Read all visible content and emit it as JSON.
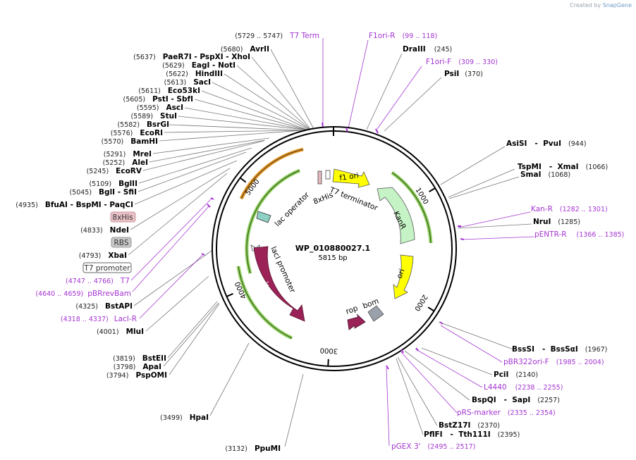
{
  "credit": {
    "prefix": "Created by",
    "brand": "SnapGene"
  },
  "plasmid": {
    "name": "WP_010880027.1",
    "size": "5815 bp"
  },
  "ticks": [
    {
      "text": "1000",
      "angle": 59
    },
    {
      "text": "2000",
      "angle": 122
    },
    {
      "text": "3000",
      "angle": 183
    },
    {
      "text": "4000",
      "angle": 246
    },
    {
      "text": "5000",
      "angle": 307
    }
  ],
  "features": [
    {
      "name": "f1 ori",
      "kind": "arrow",
      "color": "#ffff00"
    },
    {
      "name": "KanR",
      "kind": "arrow",
      "color": "#c5f3c5"
    },
    {
      "name": "ori",
      "kind": "arrow",
      "color": "#ffff00"
    },
    {
      "name": "bom",
      "kind": "box",
      "color": "#9aa1ab"
    },
    {
      "name": "rop",
      "kind": "arrow",
      "color": "#9b2257"
    },
    {
      "name": "lacI",
      "kind": "arrow",
      "color": "#9b2257"
    },
    {
      "name": "lacI promoter",
      "kind": "arrow",
      "color": "#ffffff"
    },
    {
      "name": "lac operator",
      "kind": "box",
      "color": "#8fd0c4"
    },
    {
      "name": "8xHis",
      "kind": "box",
      "color": "#e8b8c0"
    },
    {
      "name": "T7 terminator",
      "kind": "box",
      "color": "#ffffff"
    }
  ],
  "boxed_labels": [
    {
      "text": "8xHis",
      "fill": "#e8c0c6",
      "stroke": "#c89aa0"
    },
    {
      "text": "RBS",
      "fill": "#c8c8c8",
      "stroke": "#999999"
    },
    {
      "text": "T7 promoter",
      "fill": "#ffffff",
      "stroke": "#666666"
    }
  ],
  "right_labels": [
    {
      "num": "",
      "enz": "",
      "prim": "F1ori-R",
      "range": "(99 .. 118)"
    },
    {
      "enz": "DraIII",
      "num": "(245)"
    },
    {
      "prim": "F1ori-F",
      "range": "(309 .. 330)"
    },
    {
      "enz": "PsiI",
      "num": "(370)"
    },
    {
      "enz": "AsiSI   -  PvuI",
      "num": "(944)"
    },
    {
      "enz": "TspMI   -  XmaI",
      "num": "(1066)"
    },
    {
      "enz": "SmaI",
      "num": "(1068)"
    },
    {
      "prim": "Kan-R",
      "range": "(1282 .. 1301)"
    },
    {
      "enz": "NruI",
      "num": "(1285)"
    },
    {
      "prim": "pENTR-R",
      "range": "(1366 .. 1385)"
    },
    {
      "enz": "BssSI   -  BssSαI",
      "num": "(1967)"
    },
    {
      "prim": "pBR322ori-F",
      "range": "(1985 .. 2004)"
    },
    {
      "enz": "PciI",
      "num": "(2140)"
    },
    {
      "prim": "L4440",
      "range": "(2238 .. 2255)"
    },
    {
      "enz": "BspQI   -  SapI",
      "num": "(2257)"
    },
    {
      "prim": "pRS-marker",
      "range": "(2335 .. 2354)"
    },
    {
      "enz": "BstZ17I",
      "num": "(2370)"
    },
    {
      "enz": "PflFI   -  Tth111I",
      "num": "(2395)"
    },
    {
      "prim": "pGEX 3'",
      "range": "(2495 .. 2517)"
    }
  ],
  "left_labels": [
    {
      "num": "(5729 .. 5747)",
      "prim": "T7 Term"
    },
    {
      "num": "(5680)",
      "enz": "AvrII"
    },
    {
      "num": "(5637)",
      "enz": "PaeR7I   -  PspXI   -  XhoI"
    },
    {
      "num": "(5629)",
      "enz": "EagI   -  NotI"
    },
    {
      "num": "(5622)",
      "enz": "HindIII"
    },
    {
      "num": "(5613)",
      "enz": "SacI"
    },
    {
      "num": "(5611)",
      "enz": "Eco53kI"
    },
    {
      "num": "(5605)",
      "enz": "PstI   -  SbfI"
    },
    {
      "num": "(5595)",
      "enz": "AscI"
    },
    {
      "num": "(5589)",
      "enz": "StuI"
    },
    {
      "num": "(5582)",
      "enz": "BsrGI"
    },
    {
      "num": "(5576)",
      "enz": "EcoRI"
    },
    {
      "num": "(5570)",
      "enz": "BamHI"
    },
    {
      "num": "(5291)",
      "enz": "MreI"
    },
    {
      "num": "(5252)",
      "enz": "AleI"
    },
    {
      "num": "(5245)",
      "enz": "EcoRV"
    },
    {
      "num": "(5109)",
      "enz": "BglII"
    },
    {
      "num": "(5045)",
      "enz": "BglI   -  SfiI"
    },
    {
      "num": "(4935)",
      "enz": "BfuAI   -  BspMI   -  PaqCI"
    },
    {
      "num": "(4833)",
      "enz": "NdeI"
    },
    {
      "num": "(4793)",
      "enz": "XbaI"
    },
    {
      "num": "(4747 .. 4766)",
      "prim": "T7"
    },
    {
      "num": "(4640 .. 4659)",
      "prim": "pBRrevBam"
    },
    {
      "num": "(4325)",
      "enz": "BstAPI"
    },
    {
      "num": "(4318 .. 4337)",
      "prim": "LacI-R"
    },
    {
      "num": "(4001)",
      "enz": "MluI"
    },
    {
      "num": "(3819)",
      "enz": "BstEII"
    },
    {
      "num": "(3798)",
      "enz": "ApaI"
    },
    {
      "num": "(3794)",
      "enz": "PspOMI"
    },
    {
      "num": "(3499)",
      "enz": "HpaI"
    },
    {
      "num": "(3132)",
      "enz": "PpuMI"
    }
  ]
}
